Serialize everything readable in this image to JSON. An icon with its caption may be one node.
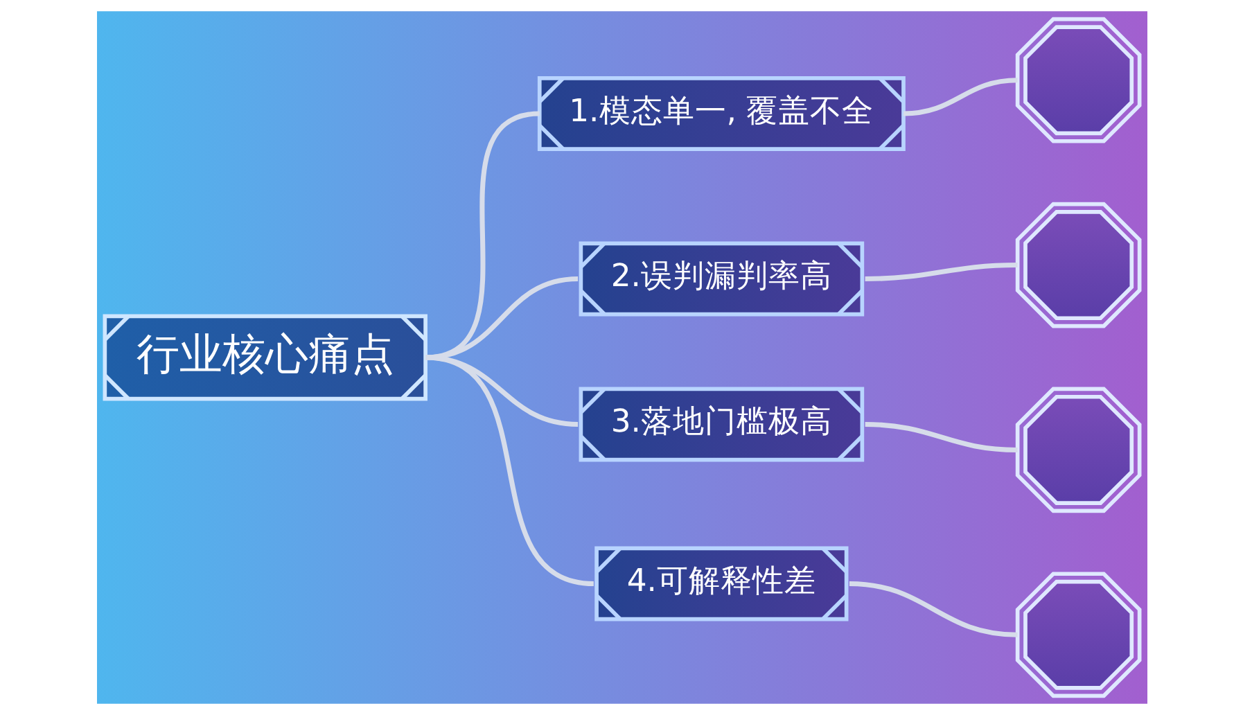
{
  "diagram": {
    "nodes": [
      {
        "text": [
          "行业核心痛点"
        ]
      },
      {
        "text": [
          "1.模态单一, 覆盖不全"
        ]
      },
      {
        "text": [],
        "shape": "picture"
      },
      {
        "text": [
          "2.误判漏判率高"
        ]
      },
      {
        "text": [],
        "shape": "picture"
      },
      {
        "text": [
          "3.落地门槛极高"
        ]
      },
      {
        "text": [],
        "shape": "picture"
      },
      {
        "text": [
          "4.可解释性差"
        ]
      },
      {
        "text": [],
        "shape": "picture"
      }
    ],
    "edges": [
      {
        "from": 0,
        "to": 1,
        "arrow": "none"
      },
      {
        "from": 0,
        "to": 3,
        "arrow": "none"
      },
      {
        "from": 0,
        "to": 5,
        "arrow": "none"
      },
      {
        "from": 0,
        "to": 7,
        "arrow": "none"
      },
      {
        "from": 1,
        "to": 2,
        "arrow": "none"
      },
      {
        "from": 3,
        "to": 4,
        "arrow": "none"
      },
      {
        "from": 5,
        "to": 6,
        "arrow": "none"
      },
      {
        "from": 7,
        "to": 8,
        "arrow": "none"
      }
    ]
  }
}
